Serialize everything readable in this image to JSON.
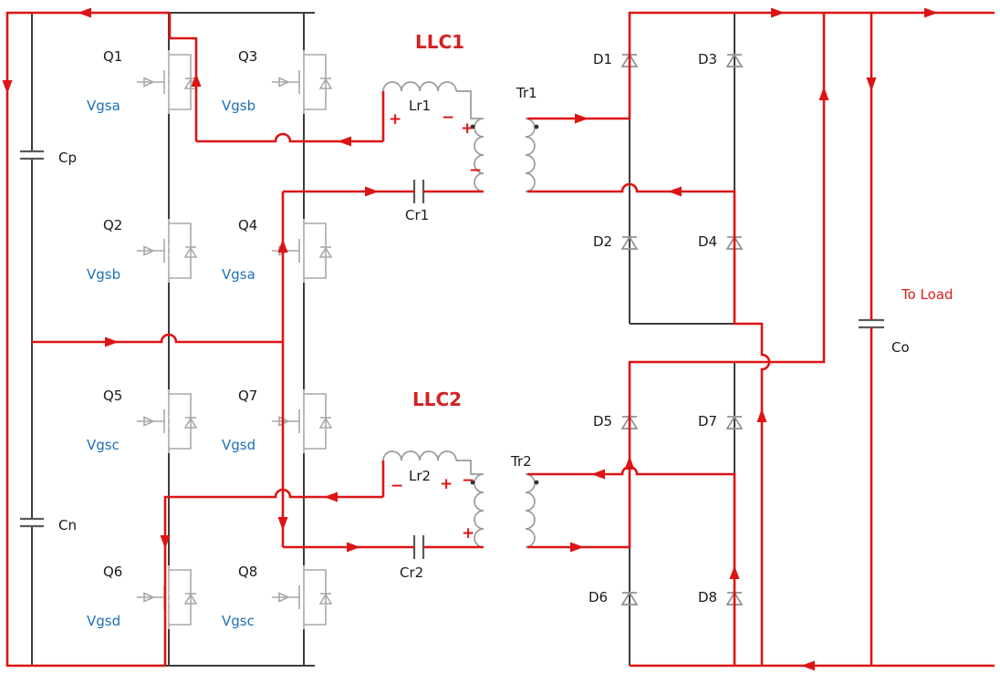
{
  "figure": {
    "tank1_label": "LLC1",
    "tank2_label": "LLC2",
    "to_load": "To  Load"
  },
  "colors": {
    "wire": "#3c3c3c",
    "symbol": "#a9a9a9",
    "capacitor": "#5a5a5a",
    "current_path": "#dd1414",
    "gate_text": "#1f6fb8",
    "tank_text": "#d42020",
    "text": "#1a1a1a"
  },
  "switches": [
    {
      "name": "Q1",
      "gate": "Vgsa"
    },
    {
      "name": "Q3",
      "gate": "Vgsb"
    },
    {
      "name": "Q2",
      "gate": "Vgsb"
    },
    {
      "name": "Q4",
      "gate": "Vgsa"
    },
    {
      "name": "Q5",
      "gate": "Vgsc"
    },
    {
      "name": "Q7",
      "gate": "Vgsd"
    },
    {
      "name": "Q6",
      "gate": "Vgsd"
    },
    {
      "name": "Q8",
      "gate": "Vgsc"
    }
  ],
  "diodes": [
    "D1",
    "D3",
    "D2",
    "D4",
    "D5",
    "D7",
    "D6",
    "D8"
  ],
  "passives": {
    "cp": "Cp",
    "cn": "Cn",
    "co": "Co",
    "cr1": "Cr1",
    "cr2": "Cr2",
    "lr1": "Lr1",
    "lr2": "Lr2",
    "tr1": "Tr1",
    "tr2": "Tr2"
  },
  "marks": {
    "plus": "+",
    "minus": "−"
  }
}
